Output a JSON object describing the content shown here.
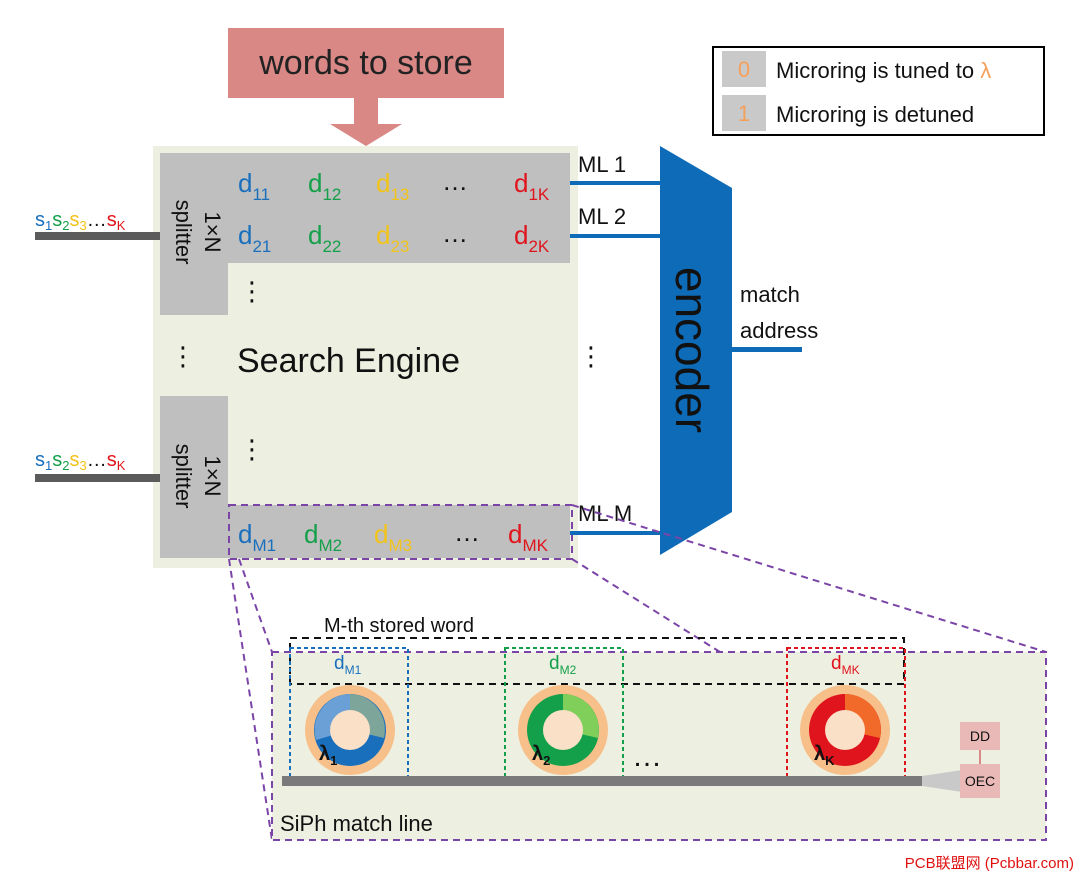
{
  "colors": {
    "blue": "#1a6fbd",
    "green": "#14a04a",
    "yellow": "#f2c318",
    "red": "#e0141c",
    "orange": "#f5a05a",
    "panel": "#edf0e1",
    "gray": "#bfbfbf",
    "encoder": "#0e6bb8",
    "arrow": "#d98886",
    "purple": "#7b45a8",
    "watermark": "#e01010"
  },
  "banner": {
    "label": "words to store"
  },
  "legend": {
    "row0_code": "0",
    "row0_text": "Microring is tuned to",
    "row0_lambda": "λ",
    "row1_code": "1",
    "row1_text": "Microring is detuned"
  },
  "input": {
    "s": "s",
    "sub1": "1",
    "sub2": "2",
    "sub3": "3",
    "dots": "…",
    "subk": "K"
  },
  "splitter": {
    "top": "1×N",
    "bottom": "splitter"
  },
  "engine": {
    "title": "Search Engine",
    "vdots": "⋮",
    "hdots": "…"
  },
  "rows": {
    "d": "d",
    "r1": [
      "11",
      "12",
      "13",
      "1K"
    ],
    "r2": [
      "21",
      "22",
      "23",
      "2K"
    ],
    "rm": [
      "M1",
      "M2",
      "M3",
      "MK"
    ]
  },
  "match_lines": {
    "ml1": "ML 1",
    "ml2": "ML 2",
    "mlm": "ML M"
  },
  "encoder": {
    "label": "encoder"
  },
  "output": {
    "line1": "match",
    "line2": "address"
  },
  "detail": {
    "stored_word": "M-th stored word",
    "box1": "M1",
    "box2": "M2",
    "box3": "MK",
    "lambda": "λ",
    "l1": "1",
    "l2": "2",
    "lk": "K",
    "dots": "…",
    "dd": "DD",
    "oec": "OEC",
    "line_label": "SiPh match line"
  },
  "watermark": "PCB联盟网 (Pcbbar.com)"
}
